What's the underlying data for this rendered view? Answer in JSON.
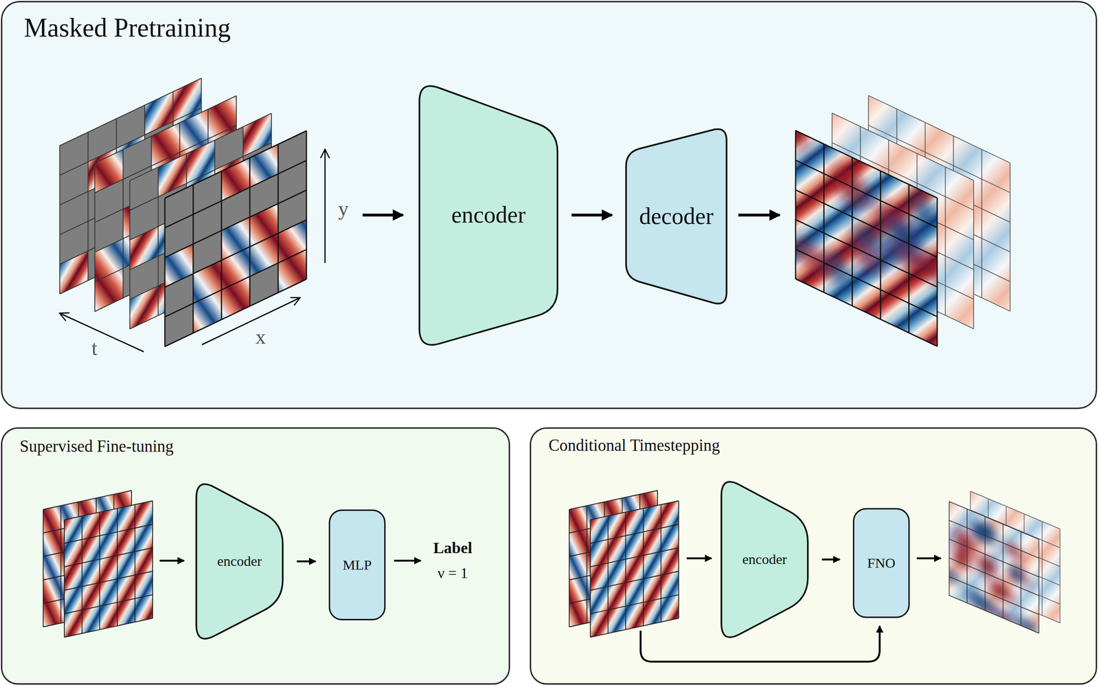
{
  "diagram": {
    "nodes": [
      {
        "text": [
          "Masked Pretraining"
        ]
      },
      {
        "text": [
          "encoder"
        ],
        "in": 0
      },
      {
        "text": [
          "decoder"
        ],
        "in": 0
      },
      {
        "text": [
          "Supervised Fine-tuning"
        ]
      },
      {
        "text": [
          "encoder"
        ],
        "in": 3
      },
      {
        "text": [
          "MLP"
        ],
        "in": 3
      },
      {
        "text": [
          "Conditional Timestepping"
        ]
      },
      {
        "text": [
          "encoder"
        ],
        "in": 6
      },
      {
        "text": [
          "FNO"
        ],
        "in": 6
      }
    ],
    "edges": [
      {
        "from": 1,
        "to": 2,
        "arrow": "to"
      },
      {
        "from": 4,
        "to": 5,
        "arrow": "to"
      },
      {
        "from": 7,
        "to": 8,
        "arrow": "to"
      }
    ],
    "labels": [
      "y",
      "t",
      "x",
      "Label",
      "ν = 1"
    ]
  }
}
